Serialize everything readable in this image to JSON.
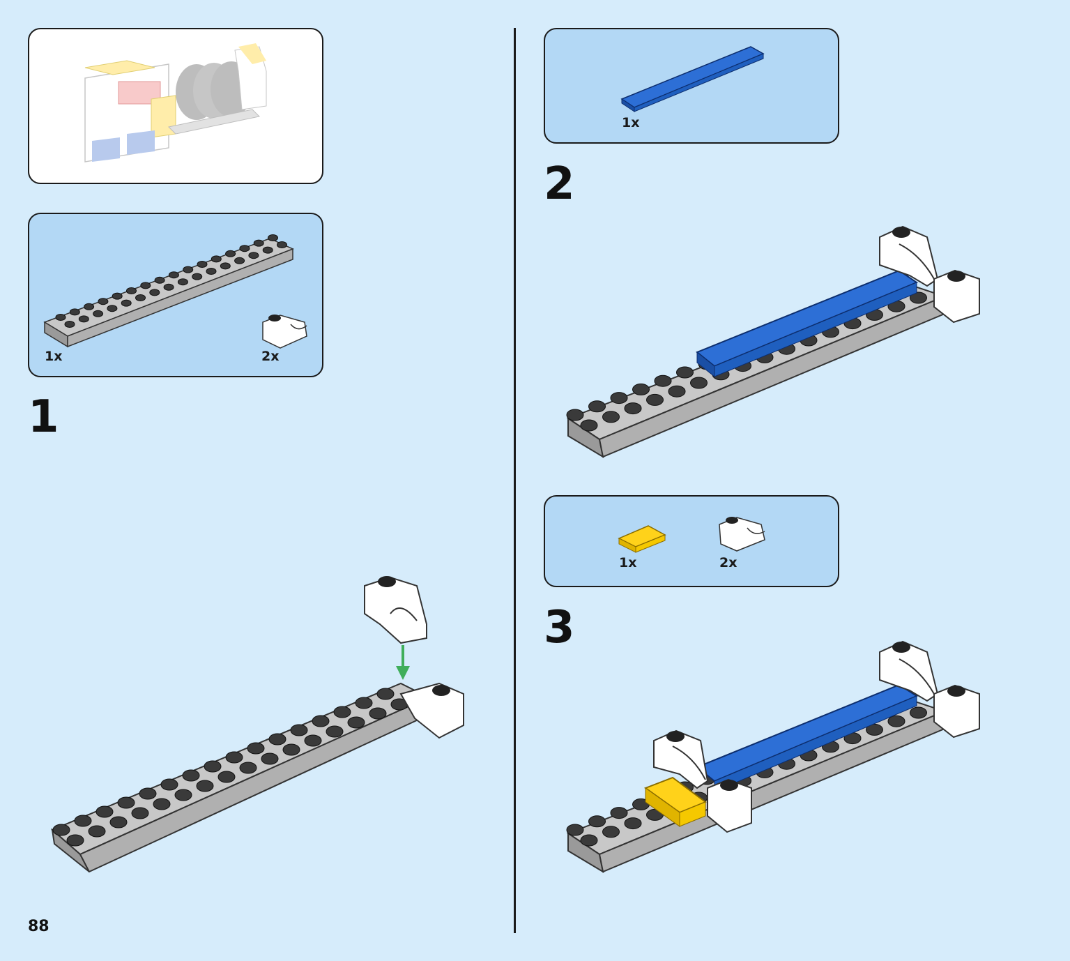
{
  "page_number": "88",
  "colors": {
    "background": "#d6ecfb",
    "parts_panel": "#b3d8f5",
    "plate_gray": "#a8a8a8",
    "stud_dark": "#3a3a3a",
    "tile_blue": "#1f5fbf",
    "tile_yellow": "#f5c800",
    "arrow_green": "#3fae5a"
  },
  "preview": {
    "icon": "completed-model-preview"
  },
  "steps": [
    {
      "number": "1",
      "parts": [
        {
          "qty": "1x",
          "icon": "gray-plate-2x16-icon"
        },
        {
          "qty": "2x",
          "icon": "white-inverted-slope-icon"
        }
      ]
    },
    {
      "number": "2",
      "parts": [
        {
          "qty": "1x",
          "icon": "blue-tile-1x8-icon"
        }
      ]
    },
    {
      "number": "3",
      "parts": [
        {
          "qty": "1x",
          "icon": "yellow-tile-1x2-icon"
        },
        {
          "qty": "2x",
          "icon": "white-inverted-slope-icon"
        }
      ]
    }
  ]
}
